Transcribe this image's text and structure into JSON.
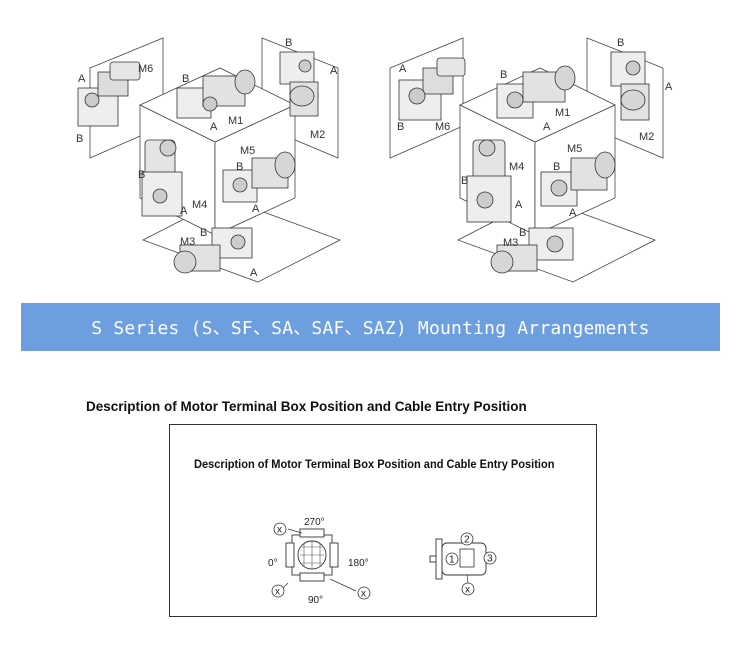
{
  "left_diagram": {
    "labels": {
      "m1": "M1",
      "m2": "M2",
      "m3": "M3",
      "m4": "M4",
      "m5": "M5",
      "m6": "M6",
      "a": "A",
      "b": "B"
    }
  },
  "right_diagram": {
    "labels": {
      "m1": "M1",
      "m2": "M2",
      "m3": "M3",
      "m4": "M4",
      "m5": "M5",
      "m6": "M6",
      "a": "A",
      "b": "B"
    }
  },
  "banner": {
    "text": "S Series (S、SF、SA、SAF、SAZ) Mounting Arrangements",
    "color": "#6d9ee0"
  },
  "section": {
    "title": "Description of Motor Terminal Box Position and Cable Entry Position"
  },
  "terminal_box": {
    "title": "Description of Motor Terminal Box Position and Cable Entry Position",
    "angles": {
      "a270": "270°",
      "a0": "0°",
      "a180": "180°",
      "a90": "90°"
    },
    "cable_marker": "x",
    "entry_positions": {
      "p1": "1",
      "p2": "2",
      "p3": "3"
    }
  }
}
